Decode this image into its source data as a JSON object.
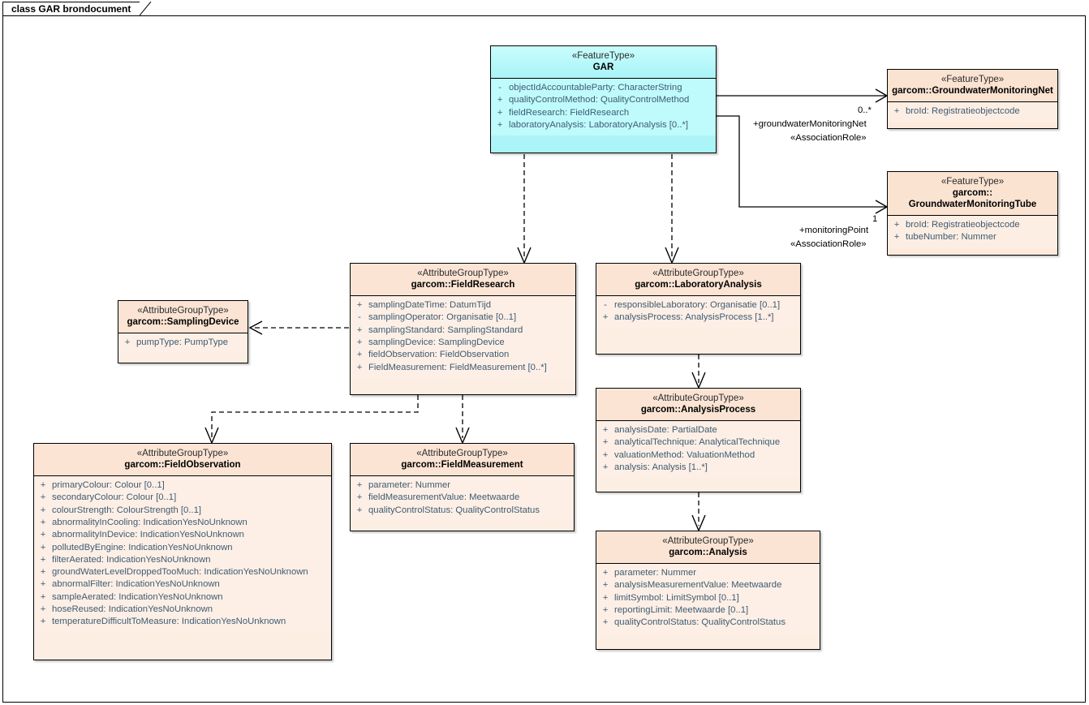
{
  "diagram": {
    "tab_label": "class GAR brondocument",
    "accent_featuretype": "#bffbfc",
    "accent_attributegroup": "#fdeee3"
  },
  "classes": {
    "gar": {
      "stereotype": "«FeatureType»",
      "name": "GAR",
      "attributes": [
        {
          "vis": "-",
          "text": "objectIdAccountableParty: CharacterString"
        },
        {
          "vis": "+",
          "text": "qualityControlMethod: QualityControlMethod"
        },
        {
          "vis": "+",
          "text": "fieldResearch: FieldResearch"
        },
        {
          "vis": "+",
          "text": "laboratoryAnalysis: LaboratoryAnalysis [0..*]"
        }
      ]
    },
    "gwmnet": {
      "stereotype": "«FeatureType»",
      "name": "garcom::GroundwaterMonitoringNet",
      "attributes": [
        {
          "vis": "+",
          "text": "broId: Registratieobjectcode"
        }
      ]
    },
    "gwmtube": {
      "stereotype": "«FeatureType»",
      "name_line1": "garcom::",
      "name_line2": "GroundwaterMonitoringTube",
      "attributes": [
        {
          "vis": "+",
          "text": "broId: Registratieobjectcode"
        },
        {
          "vis": "+",
          "text": "tubeNumber: Nummer"
        }
      ]
    },
    "fieldresearch": {
      "stereotype": "«AttributeGroupType»",
      "name": "garcom::FieldResearch",
      "attributes": [
        {
          "vis": "+",
          "text": "samplingDateTime: DatumTijd"
        },
        {
          "vis": "-",
          "text": "samplingOperator: Organisatie [0..1]"
        },
        {
          "vis": "+",
          "text": "samplingStandard: SamplingStandard"
        },
        {
          "vis": "+",
          "text": "samplingDevice: SamplingDevice"
        },
        {
          "vis": "+",
          "text": "fieldObservation: FieldObservation"
        },
        {
          "vis": "+",
          "text": "FieldMeasurement: FieldMeasurement [0..*]"
        }
      ]
    },
    "labanalysis": {
      "stereotype": "«AttributeGroupType»",
      "name": "garcom::LaboratoryAnalysis",
      "attributes": [
        {
          "vis": "-",
          "text": "responsibleLaboratory: Organisatie [0..1]"
        },
        {
          "vis": "+",
          "text": "analysisProcess: AnalysisProcess [1..*]"
        }
      ]
    },
    "samplingdevice": {
      "stereotype": "«AttributeGroupType»",
      "name": "garcom::SamplingDevice",
      "attributes": [
        {
          "vis": "+",
          "text": "pumpType: PumpType"
        }
      ]
    },
    "analysisprocess": {
      "stereotype": "«AttributeGroupType»",
      "name": "garcom::AnalysisProcess",
      "attributes": [
        {
          "vis": "+",
          "text": "analysisDate: PartialDate"
        },
        {
          "vis": "+",
          "text": "analyticalTechnique: AnalyticalTechnique"
        },
        {
          "vis": "+",
          "text": "valuationMethod: ValuationMethod"
        },
        {
          "vis": "+",
          "text": "analysis: Analysis [1..*]"
        }
      ]
    },
    "fieldobservation": {
      "stereotype": "«AttributeGroupType»",
      "name": "garcom::FieldObservation",
      "attributes": [
        {
          "vis": "+",
          "text": "primaryColour: Colour [0..1]"
        },
        {
          "vis": "+",
          "text": "secondaryColour: Colour [0..1]"
        },
        {
          "vis": "+",
          "text": "colourStrength: ColourStrength [0..1]"
        },
        {
          "vis": "+",
          "text": "abnormalityInCooling: IndicationYesNoUnknown"
        },
        {
          "vis": "+",
          "text": "abnormalityInDevice: IndicationYesNoUnknown"
        },
        {
          "vis": "+",
          "text": "pollutedByEngine: IndicationYesNoUnknown"
        },
        {
          "vis": "+",
          "text": "filterAerated: IndicationYesNoUnknown"
        },
        {
          "vis": "+",
          "text": "groundWaterLevelDroppedTooMuch: IndicationYesNoUnknown"
        },
        {
          "vis": "+",
          "text": "abnormalFilter: IndicationYesNoUnknown"
        },
        {
          "vis": "+",
          "text": "sampleAerated: IndicationYesNoUnknown"
        },
        {
          "vis": "+",
          "text": "hoseReused: IndicationYesNoUnknown"
        },
        {
          "vis": "+",
          "text": "temperatureDifficultToMeasure: IndicationYesNoUnknown"
        }
      ]
    },
    "fieldmeasurement": {
      "stereotype": "«AttributeGroupType»",
      "name": "garcom::FieldMeasurement",
      "attributes": [
        {
          "vis": "+",
          "text": "parameter: Nummer"
        },
        {
          "vis": "+",
          "text": "fieldMeasurementValue: Meetwaarde"
        },
        {
          "vis": "+",
          "text": "qualityControlStatus: QualityControlStatus"
        }
      ]
    },
    "analysis": {
      "stereotype": "«AttributeGroupType»",
      "name": "garcom::Analysis",
      "attributes": [
        {
          "vis": "+",
          "text": "parameter: Nummer"
        },
        {
          "vis": "+",
          "text": "analysisMeasurementValue: Meetwaarde"
        },
        {
          "vis": "+",
          "text": "limitSymbol: LimitSymbol [0..1]"
        },
        {
          "vis": "+",
          "text": "reportingLimit: Meetwaarde [0..1]"
        },
        {
          "vis": "+",
          "text": "qualityControlStatus: QualityControlStatus"
        }
      ]
    }
  },
  "connector_labels": {
    "net_multiplicity": "0..*",
    "net_role": "+groundwaterMonitoringNet",
    "net_stereotype": "«AssociationRole»",
    "tube_multiplicity": "1",
    "tube_role": "+monitoringPoint",
    "tube_stereotype": "«AssociationRole»"
  }
}
